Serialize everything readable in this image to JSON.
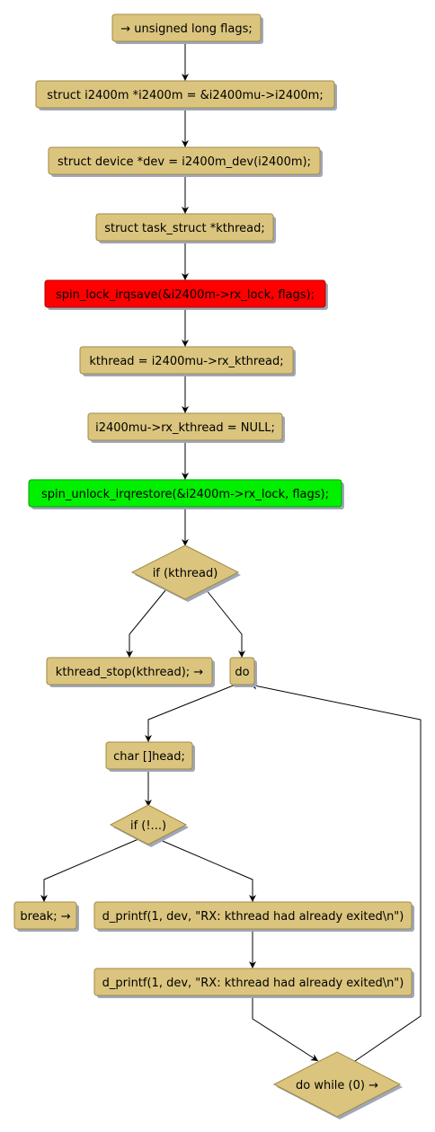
{
  "colors": {
    "node_fill": "#DBC57E",
    "node_border": "#A08A45",
    "shadow": "#9FA7B8",
    "lock": "#FF0000",
    "unlock": "#00F000",
    "edge": "#000000"
  },
  "nodes": {
    "n_flags": "→ unsigned long flags;",
    "n_i2400m": "struct i2400m *i2400m = &i2400mu->i2400m;",
    "n_dev": "struct device *dev = i2400m_dev(i2400m);",
    "n_kthread_decl": "struct task_struct *kthread;",
    "n_lock": "spin_lock_irqsave(&i2400m->rx_lock, flags);",
    "n_kthread_assign": "kthread = i2400mu->rx_kthread;",
    "n_null": "i2400mu->rx_kthread = NULL;",
    "n_unlock": "spin_unlock_irqrestore(&i2400m->rx_lock, flags);",
    "n_if_kthread": "if (kthread)",
    "n_stop": "kthread_stop(kthread); →",
    "n_do": "do",
    "n_head": "char []head;",
    "n_if_not": "if (!...)",
    "n_break": "break; →",
    "n_printf1": "d_printf(1, dev, \"RX: kthread had already exited\\n\")",
    "n_printf2": "d_printf(1, dev, \"RX: kthread had already exited\\n\")",
    "n_while": "do while (0) →"
  }
}
